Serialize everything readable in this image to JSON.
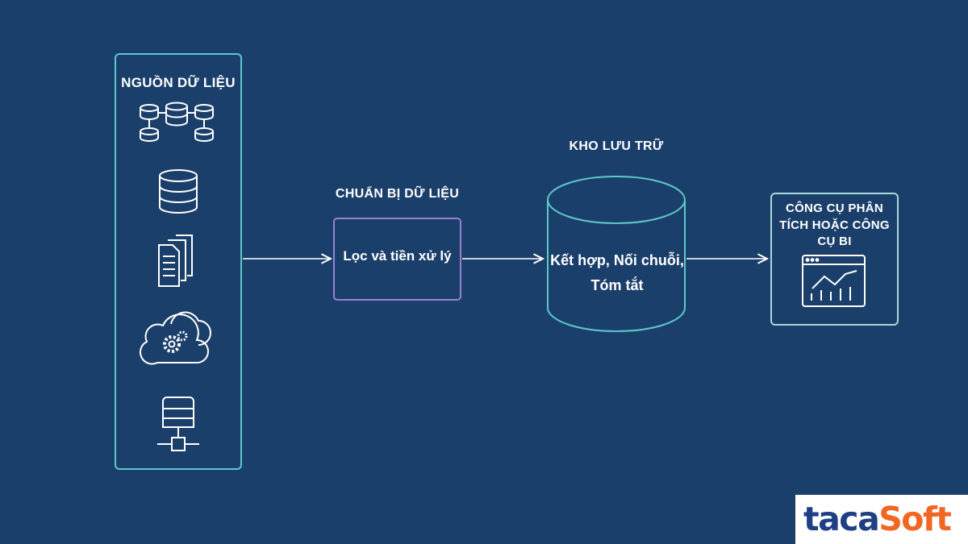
{
  "sources": {
    "title": "NGUỒN DỮ LIỆU",
    "icons": [
      "database-network-icon",
      "database-icon",
      "documents-icon",
      "cloud-settings-icon",
      "server-icon"
    ]
  },
  "prep": {
    "title": "CHUẨN BỊ DỮ LIỆU",
    "step": "Lọc và tiền xử lý"
  },
  "warehouse": {
    "title": "KHO LƯU TRỮ",
    "line1": "Kết hợp, Nối chuỗi,",
    "line2": "Tóm tắt"
  },
  "bi": {
    "line1": "CÔNG CỤ PHÂN",
    "line2": "TÍCH HOẶC CÔNG",
    "line3": "CỤ BI",
    "icon": "analytics-dashboard-icon"
  },
  "logo": {
    "part1": "taca",
    "part2": "Soft"
  },
  "colors": {
    "background": "#1b3f6b",
    "teal_border": "#5cc8c8",
    "purple_border": "#9b7fd4",
    "light_border": "#a8d8d8",
    "logo_blue": "#1f3f85",
    "logo_orange": "#f26522"
  }
}
